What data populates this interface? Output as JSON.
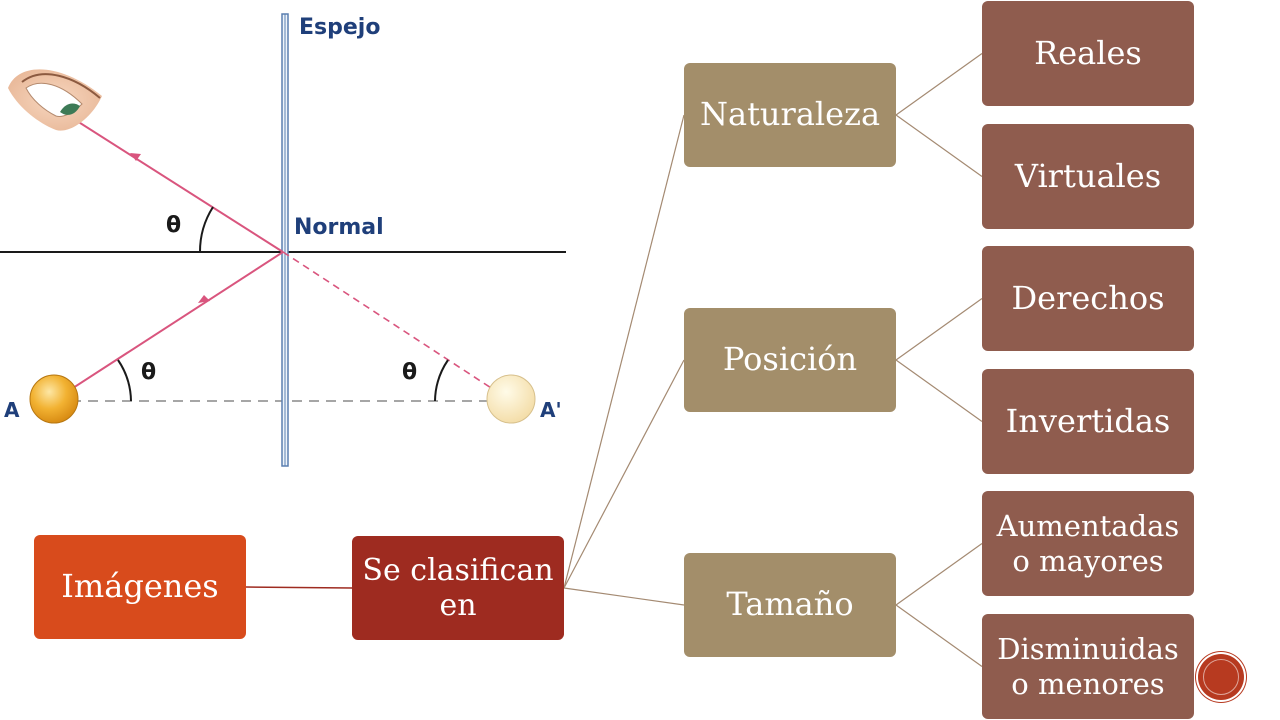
{
  "colors": {
    "root": "#d84b1c",
    "connector": "#9e2b20",
    "category": "#a38e6a",
    "leaf": "#8f5c4e",
    "link_line": "#a48a72",
    "mirror": "#5a7fb0",
    "ray": "#d9557e",
    "label": "#1f3f7a",
    "ball": "#f2b232"
  },
  "diagram": {
    "mirror_label": "Espejo",
    "normal_label": "Normal",
    "theta_top": "θ",
    "theta_left": "θ",
    "theta_right": "θ",
    "object_label": "A",
    "image_label": "A'"
  },
  "map": {
    "root": "Imágenes",
    "connector": [
      "Se clasifican",
      "en"
    ],
    "categories": [
      {
        "label": "Naturaleza",
        "leaves": [
          [
            "Reales"
          ],
          [
            "Virtuales"
          ]
        ]
      },
      {
        "label": "Posición",
        "leaves": [
          [
            "Derechos"
          ],
          [
            "Invertidas"
          ]
        ]
      },
      {
        "label": "Tamaño",
        "leaves": [
          [
            "Aumentadas",
            "o mayores"
          ],
          [
            "Disminuidas",
            "o menores"
          ]
        ]
      }
    ]
  },
  "nav": {
    "icon": "circle-nav-icon"
  }
}
